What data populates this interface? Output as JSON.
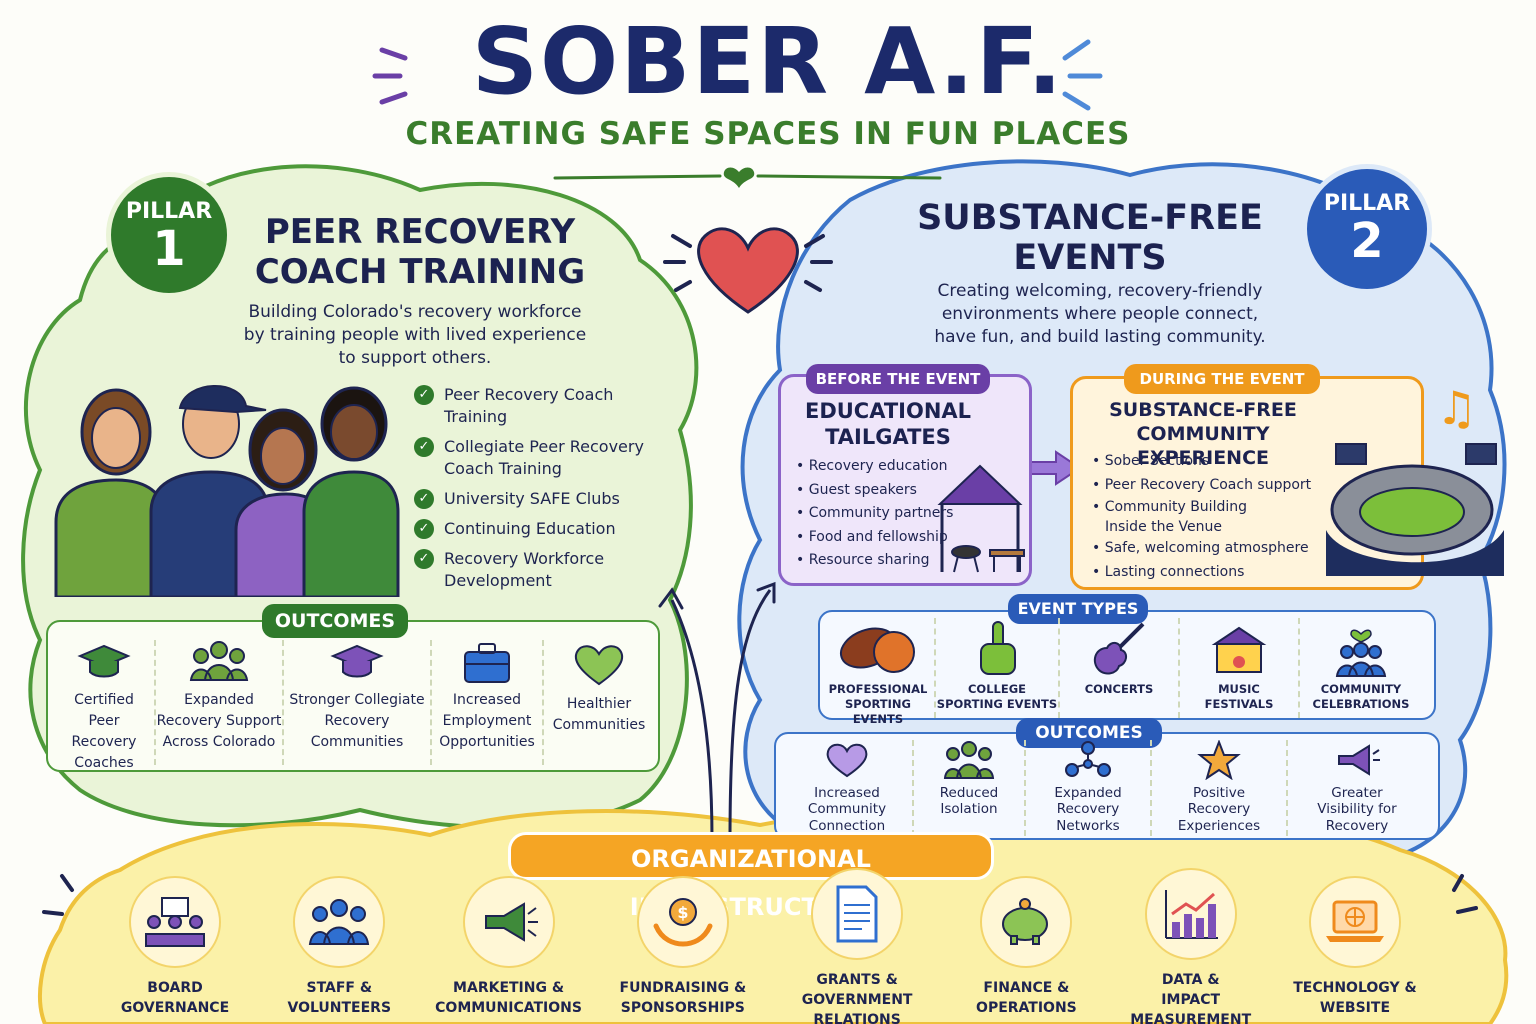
{
  "header": {
    "title": "SOBER A.F.",
    "tagline": "CREATING SAFE SPACES IN FUN PLACES"
  },
  "pillar1": {
    "badge_label": "PILLAR",
    "badge_number": "1",
    "title_line1": "PEER RECOVERY",
    "title_line2": "COACH TRAINING",
    "description_lines": [
      "Building Colorado's recovery workforce",
      "by training people with lived experience",
      "to support others."
    ],
    "checklist": [
      [
        "Peer Recovery Coach Training"
      ],
      [
        "Collegiate Peer Recovery",
        "Coach Training"
      ],
      [
        "University SAFE Clubs"
      ],
      [
        "Continuing Education"
      ],
      [
        "Recovery Workforce",
        "Development"
      ]
    ],
    "outcomes_label": "OUTCOMES",
    "outcomes": [
      {
        "icon": "graduation-cap-icon",
        "lines": [
          "Certified",
          "Peer Recovery",
          "Coaches"
        ]
      },
      {
        "icon": "people-group-icon",
        "lines": [
          "Expanded",
          "Recovery Support",
          "Across Colorado"
        ]
      },
      {
        "icon": "graduation-cap-icon",
        "lines": [
          "Stronger Collegiate",
          "Recovery",
          "Communities"
        ]
      },
      {
        "icon": "briefcase-icon",
        "lines": [
          "Increased",
          "Employment",
          "Opportunities"
        ]
      },
      {
        "icon": "heart-icon",
        "lines": [
          "Healthier",
          "Communities"
        ]
      }
    ]
  },
  "pillar2": {
    "badge_label": "PILLAR",
    "badge_number": "2",
    "title_line1": "SUBSTANCE-FREE",
    "title_line2": "EVENTS",
    "description_lines": [
      "Creating welcoming, recovery-friendly",
      "environments where people connect,",
      "have fun, and build lasting community."
    ],
    "before": {
      "label": "BEFORE THE EVENT",
      "title_line1": "EDUCATIONAL",
      "title_line2": "TAILGATES",
      "bullets": [
        "Recovery education",
        "Guest speakers",
        "Community partners",
        "Food and fellowship",
        "Resource sharing"
      ]
    },
    "during": {
      "label": "DURING THE EVENT",
      "title_line1": "SUBSTANCE-FREE",
      "title_line2": "COMMUNITY EXPERIENCE",
      "bullets": [
        [
          "Sober Sections"
        ],
        [
          "Peer Recovery Coach support"
        ],
        [
          "Community Building",
          "Inside the Venue"
        ],
        [
          "Safe, welcoming atmosphere"
        ],
        [
          "Lasting connections"
        ]
      ]
    },
    "event_types_label": "EVENT TYPES",
    "event_types": [
      {
        "icon": "football-basketball-icon",
        "lines": [
          "PROFESSIONAL",
          "SPORTING EVENTS"
        ]
      },
      {
        "icon": "foam-finger-icon",
        "lines": [
          "COLLEGE",
          "SPORTING EVENTS"
        ]
      },
      {
        "icon": "guitar-icon",
        "lines": [
          "CONCERTS"
        ]
      },
      {
        "icon": "festival-stage-icon",
        "lines": [
          "MUSIC",
          "FESTIVALS"
        ]
      },
      {
        "icon": "community-icon",
        "lines": [
          "COMMUNITY",
          "CELEBRATIONS"
        ]
      }
    ],
    "outcomes_label": "OUTCOMES",
    "outcomes": [
      {
        "icon": "handshake-heart-icon",
        "lines": [
          "Increased",
          "Community",
          "Connection"
        ]
      },
      {
        "icon": "people-group-icon",
        "lines": [
          "Reduced",
          "Isolation"
        ]
      },
      {
        "icon": "network-icon",
        "lines": [
          "Expanded",
          "Recovery",
          "Networks"
        ]
      },
      {
        "icon": "star-icon",
        "lines": [
          "Positive",
          "Recovery",
          "Experiences"
        ]
      },
      {
        "icon": "megaphone-icon",
        "lines": [
          "Greater",
          "Visibility for",
          "Recovery"
        ]
      }
    ]
  },
  "infrastructure": {
    "label": "ORGANIZATIONAL INFRASTRUCTURE",
    "items": [
      {
        "icon": "board-meeting-icon",
        "lines": [
          "BOARD",
          "GOVERNANCE"
        ]
      },
      {
        "icon": "people-group-icon",
        "lines": [
          "STAFF &",
          "VOLUNTEERS"
        ]
      },
      {
        "icon": "megaphone-icon",
        "lines": [
          "MARKETING &",
          "COMMUNICATIONS"
        ]
      },
      {
        "icon": "hands-dollar-icon",
        "lines": [
          "FUNDRAISING &",
          "SPONSORSHIPS"
        ]
      },
      {
        "icon": "document-icon",
        "lines": [
          "GRANTS &",
          "GOVERNMENT",
          "RELATIONS"
        ]
      },
      {
        "icon": "piggy-bank-icon",
        "lines": [
          "FINANCE &",
          "OPERATIONS"
        ]
      },
      {
        "icon": "bar-chart-icon",
        "lines": [
          "DATA &",
          "IMPACT",
          "MEASUREMENT"
        ]
      },
      {
        "icon": "laptop-globe-icon",
        "lines": [
          "TECHNOLOGY &",
          "WEBSITE"
        ]
      }
    ]
  },
  "colors": {
    "navy": "#1c2a6b",
    "green": "#3a7d2c",
    "pillar1_bg": "#eaf4d8",
    "pillar2_bg": "#dde9f8",
    "purple": "#6a3fa6",
    "orange": "#ef9a1c",
    "yellow_bg": "#fbf1a8",
    "heart_red": "#e05252"
  }
}
